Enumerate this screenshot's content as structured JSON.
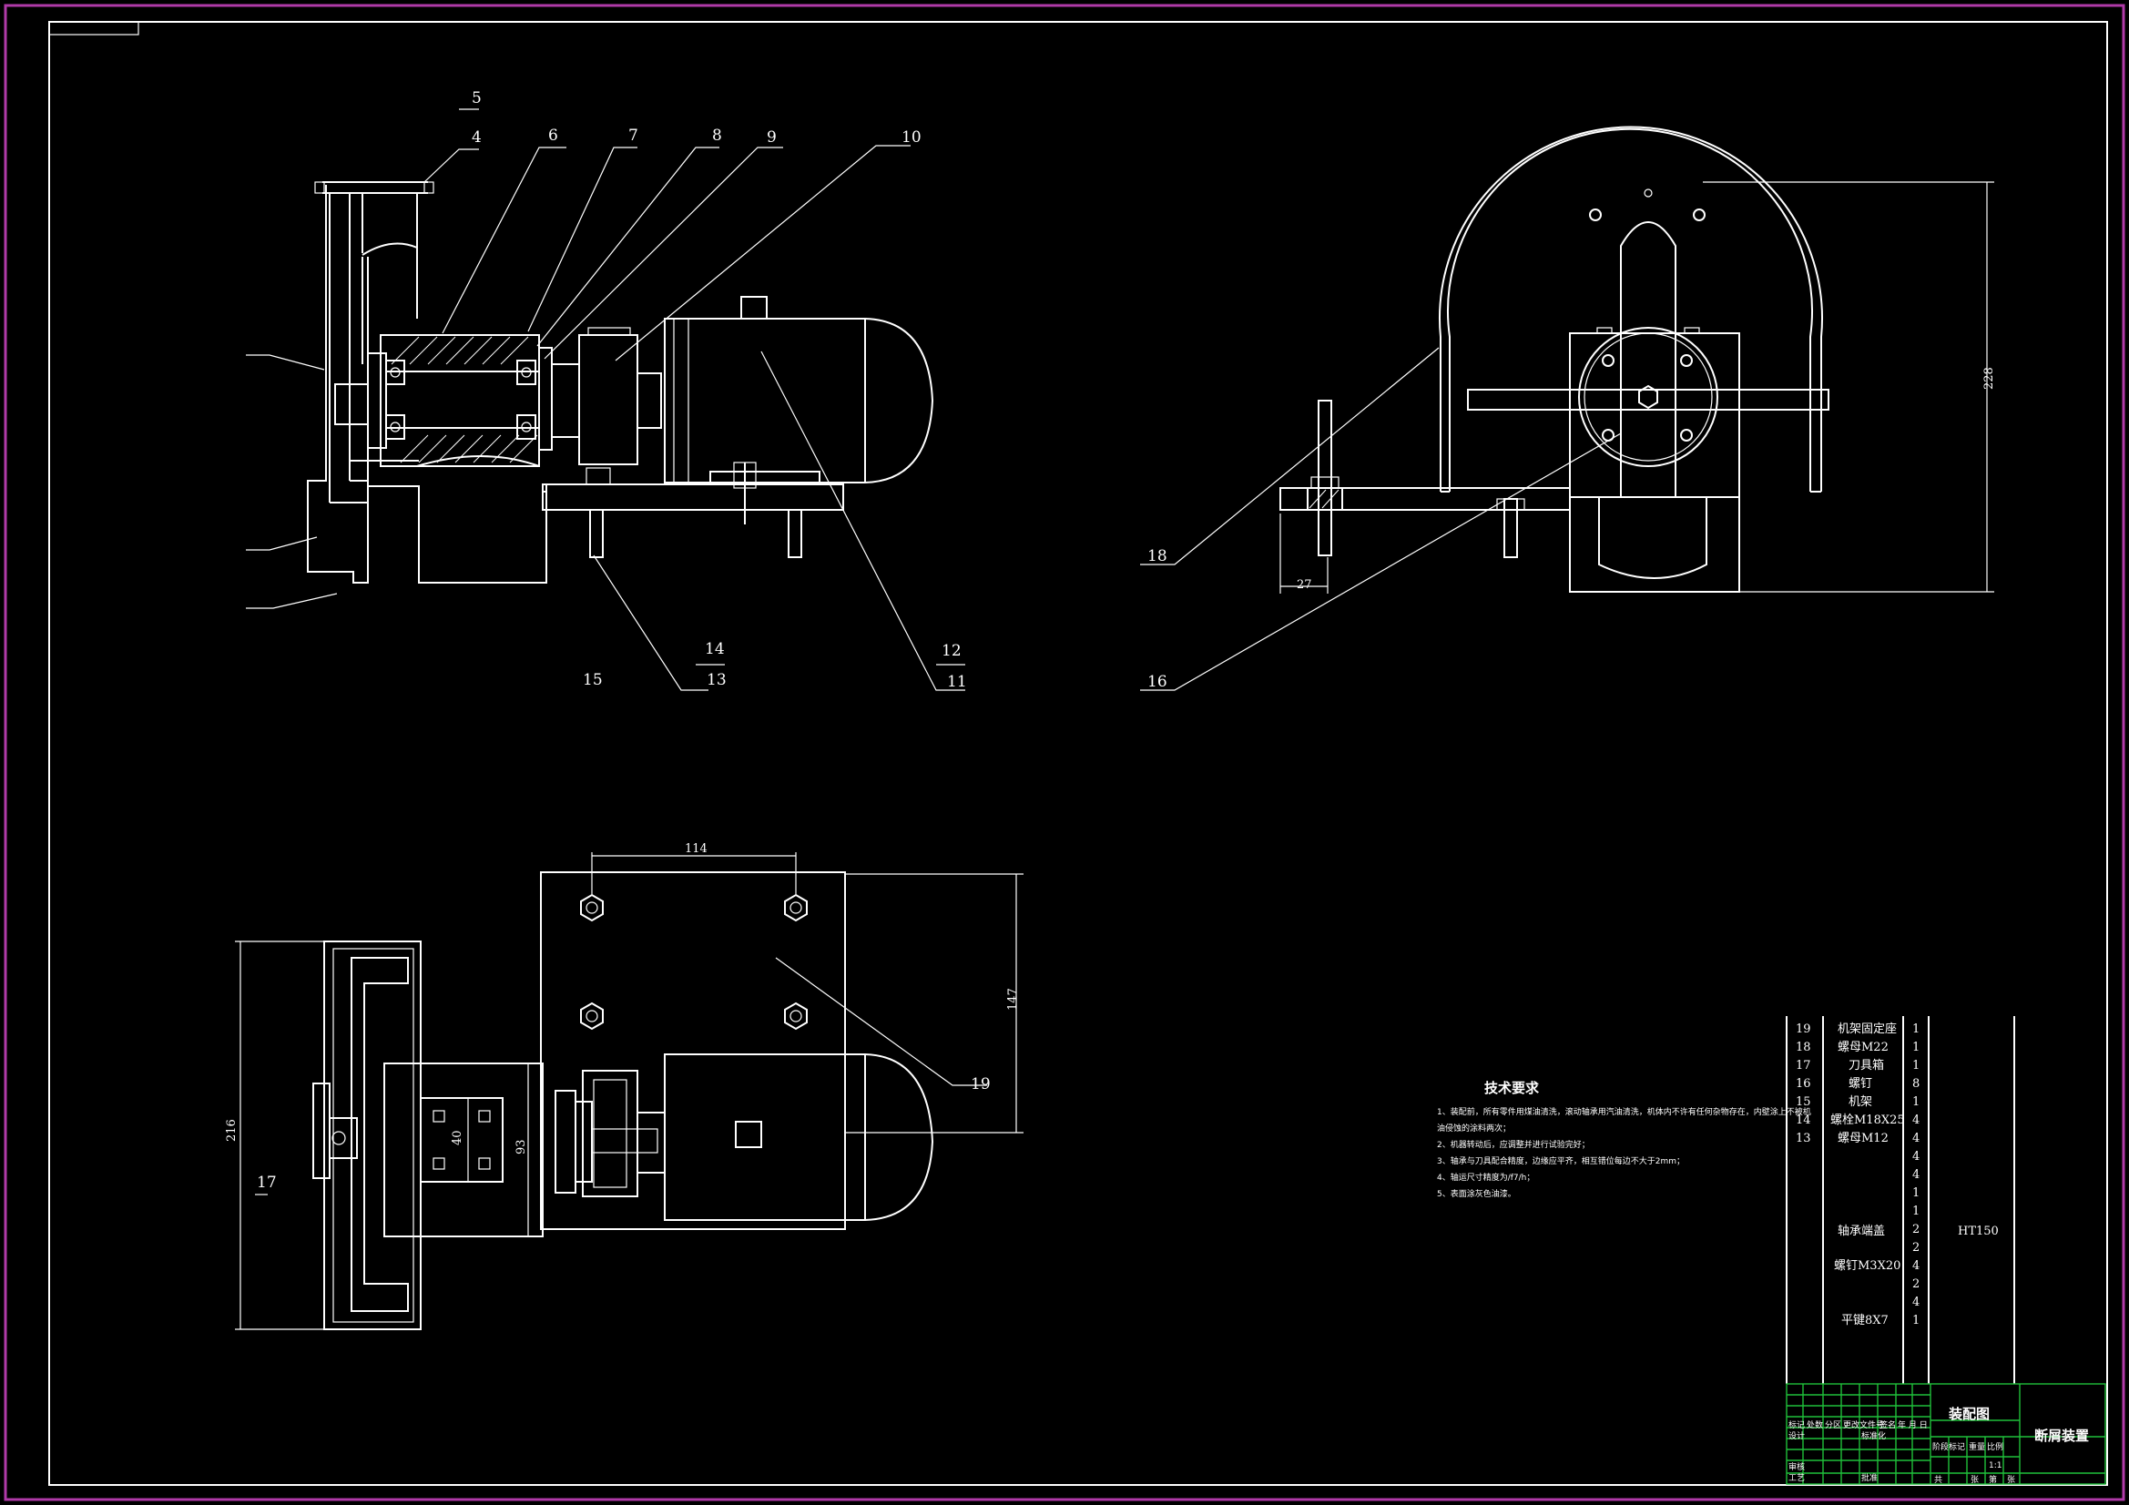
{
  "drawing": {
    "title": "装配图",
    "name": "断屑装置",
    "material": "HT150"
  },
  "tech_requirements": {
    "heading": "技术要求",
    "items": [
      "1、装配前，所有零件用煤油清洗，滚动轴承用汽油清洗，机体内不许有任何杂物存在，内壁涂上不被机",
      "油侵蚀的涂料两次；",
      "2、机器转动后，应调整并进行试验完好；",
      "3、轴承与刀具配合精度，边缘应平齐，相互错位每边不大于2mm；",
      "4、轴运尺寸精度为/f7/h；",
      "5、表面涂灰色油漆。"
    ]
  },
  "parts_list": [
    {
      "no": "19",
      "name": "机架固定座",
      "qty": "1"
    },
    {
      "no": "18",
      "name": "螺母M22",
      "qty": "1"
    },
    {
      "no": "17",
      "name": "刀具箱",
      "qty": "1"
    },
    {
      "no": "16",
      "name": "螺钉",
      "qty": "8"
    },
    {
      "no": "15",
      "name": "机架",
      "qty": "1"
    },
    {
      "no": "14",
      "name": "螺栓M18X25",
      "qty": "4"
    },
    {
      "no": "13",
      "name": "螺母M12",
      "qty": "4"
    }
  ],
  "parts_extra_qty": [
    "4",
    "4",
    "1",
    "1",
    "2",
    "2",
    "4",
    "2",
    "4",
    "1"
  ],
  "parts_extra_names": [
    "轴承端盖",
    "螺钉M3X20",
    "平键8X7"
  ],
  "leaders": [
    "4",
    "5",
    "6",
    "7",
    "8",
    "9",
    "10",
    "11",
    "12",
    "13",
    "14",
    "15",
    "16",
    "17",
    "18",
    "19"
  ],
  "dimensions": {
    "d228": "228",
    "d27": "27",
    "d114": "114",
    "d147": "147",
    "d216": "216",
    "d93": "93",
    "d40": "40"
  },
  "title_block": {
    "labels": [
      "标记",
      "处数",
      "分区",
      "更改文件号",
      "签名",
      "年 月 日",
      "设计",
      "标准化",
      "阶段标记",
      "重量",
      "比例",
      "审核",
      "工艺",
      "批准",
      "共",
      "张",
      "第",
      "张"
    ],
    "scale": "1:1"
  }
}
